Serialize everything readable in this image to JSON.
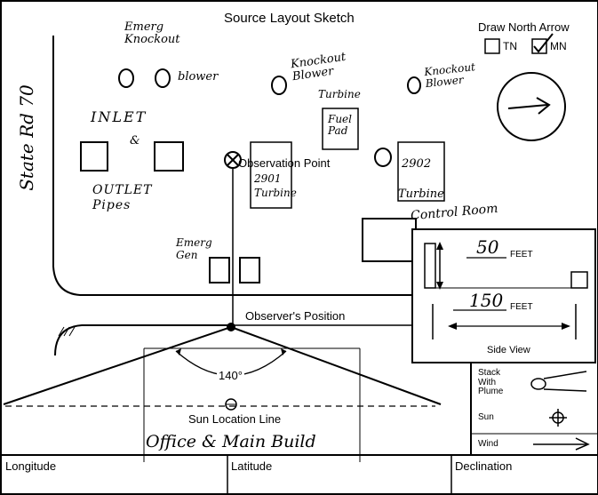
{
  "title": "Source Layout Sketch",
  "north_arrow": {
    "label": "Draw North Arrow",
    "tn_label": "TN",
    "mn_label": "MN",
    "mn_checked": true
  },
  "handwritten": {
    "emerg_knockout": "Emerg Knockout",
    "blower": "blower",
    "knockout_blower_turbine_1": "Knockout Blower",
    "turbine_1": "Turbine",
    "knockout_blower_2": "Knockout Blower",
    "inlet": "INLET",
    "amp": "&",
    "outlet_pipes": "OUTLET Pipes",
    "state_rd": "State Rd 70",
    "fuel_pad": "Fuel Pad",
    "unit_2901": "2901 Turbine",
    "unit_2902": "2902",
    "turbine_2": "Turbine",
    "control_room": "Control Room",
    "emerg_gen": "Emerg Gen",
    "height_feet": "50",
    "distance_feet": "150",
    "office": "Office & Main Build"
  },
  "labels": {
    "observation_point": "Observation Point",
    "observers_position": "Observer's Position",
    "angle": "140°",
    "sun_location_line": "Sun Location Line",
    "feet_1": "FEET",
    "feet_2": "FEET",
    "side_view": "Side View"
  },
  "legend": {
    "stack_with_plume": "Stack With Plume",
    "sun": "Sun",
    "wind": "Wind"
  },
  "footer": {
    "longitude": "Longitude",
    "latitude": "Latitude",
    "declination": "Declination"
  }
}
